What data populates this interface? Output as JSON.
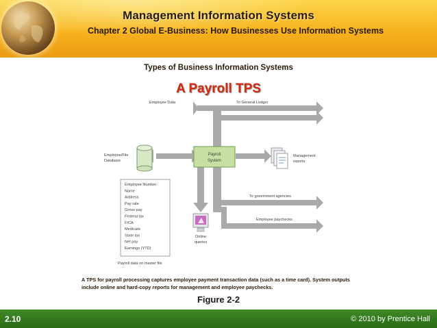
{
  "header": {
    "title": "Management Information Systems",
    "chapter": "Chapter 2 Global E-Business: How Businesses Use Information Systems"
  },
  "subtitle": "Types of Business Information Systems",
  "slide_title": "A Payroll TPS",
  "diagram": {
    "labels": {
      "employee_data": "Employee Data",
      "general_ledger": "To General Ledger",
      "database_line1": "Employee/File",
      "database_line2": "Database",
      "payroll_line1": "Payroll",
      "payroll_line2": "System",
      "management_line1": "Management",
      "management_line2": "reports",
      "government": "To government agencies",
      "paychecks": "Employee paychecks",
      "online_line1": "Online",
      "online_line2": "queries",
      "master_file": "Payroll data on master file"
    },
    "fields": [
      "Employee Number",
      "Name",
      "Address",
      "Pay rate",
      "Gross pay",
      "Federal tax",
      "FICA",
      "Medicare",
      "State tax",
      "Net pay",
      "Earnings (YTD)"
    ],
    "colors": {
      "arrow": "#a9a9a9",
      "payroll_box": "#c6e0a4",
      "payroll_border": "#6f9a4a"
    }
  },
  "caption": "A TPS for payroll processing captures employee payment transaction data (such as a time card). System outputs include online and hard-copy reports for management and employee paychecks.",
  "figure_label": "Figure 2-2",
  "footer": {
    "slide_number": "2.10",
    "copyright": "© 2010 by Prentice Hall"
  }
}
